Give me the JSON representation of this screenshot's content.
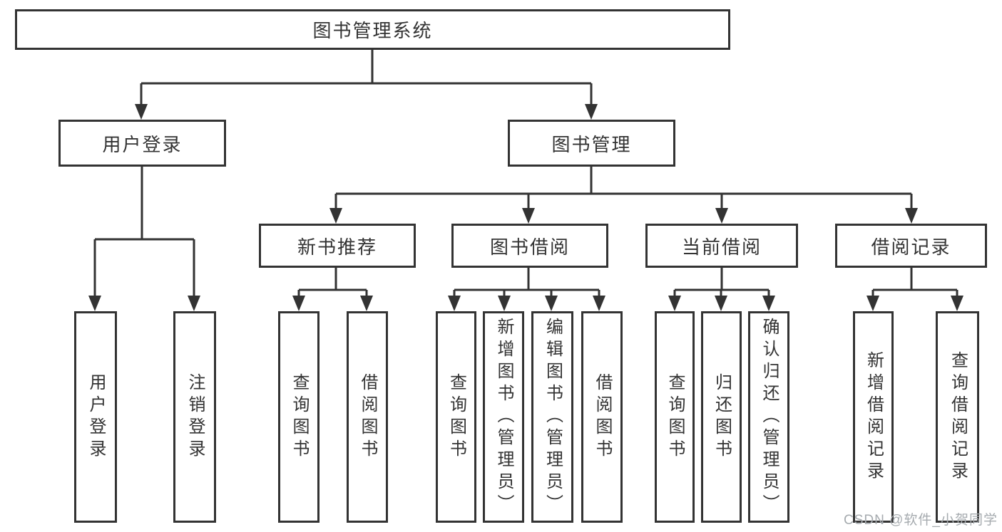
{
  "tree": {
    "root": "图书管理系统",
    "branches": [
      {
        "label": "用户登录",
        "children": [
          "用户登录",
          "注销登录"
        ]
      },
      {
        "label": "图书管理",
        "groups": [
          {
            "label": "新书推荐",
            "children": [
              "查询图书",
              "借阅图书"
            ]
          },
          {
            "label": "图书借阅",
            "children": [
              "查询图书",
              "新增图书（管理员）",
              "编辑图书（管理员）",
              "借阅图书"
            ]
          },
          {
            "label": "当前借阅",
            "children": [
              "查询图书",
              "归还图书",
              "确认归还（管理员）"
            ]
          },
          {
            "label": "借阅记录",
            "children": [
              "新增借阅记录",
              "查询借阅记录"
            ]
          }
        ]
      }
    ]
  },
  "watermark": "CSDN @软件_小贺同学",
  "colors": {
    "line": "#333333",
    "text": "#333333",
    "watermark": "#a6abaf",
    "background": "#ffffff"
  }
}
